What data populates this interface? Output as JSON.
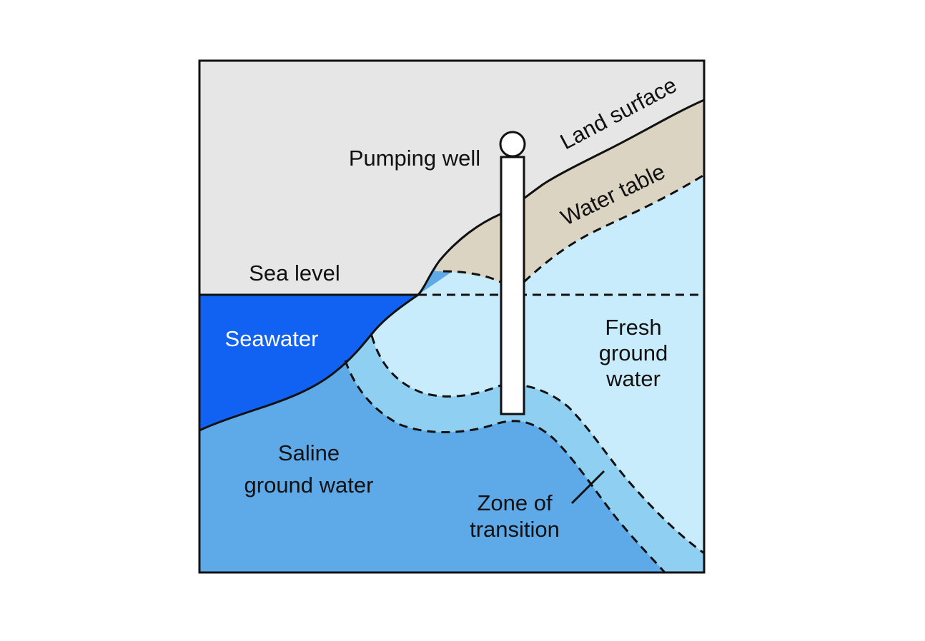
{
  "title": "Seawater intrusion diagram",
  "labels": {
    "land_surface": "Land surface",
    "water_table": "Water table",
    "pumping_well": "Pumping well",
    "sea_level": "Sea level",
    "seawater": "Seawater",
    "fresh": [
      "Fresh",
      "ground",
      "water"
    ],
    "saline": [
      "Saline",
      "ground water"
    ],
    "zone": [
      "Zone of",
      "transition"
    ]
  },
  "colors": {
    "air": "#e6e6e6",
    "unsaturated": "#dcd4c3",
    "seawater": "#1162f2",
    "saline": "#5eaae8",
    "transition": "#8fd0f2",
    "fresh": "#c8ecfb"
  }
}
